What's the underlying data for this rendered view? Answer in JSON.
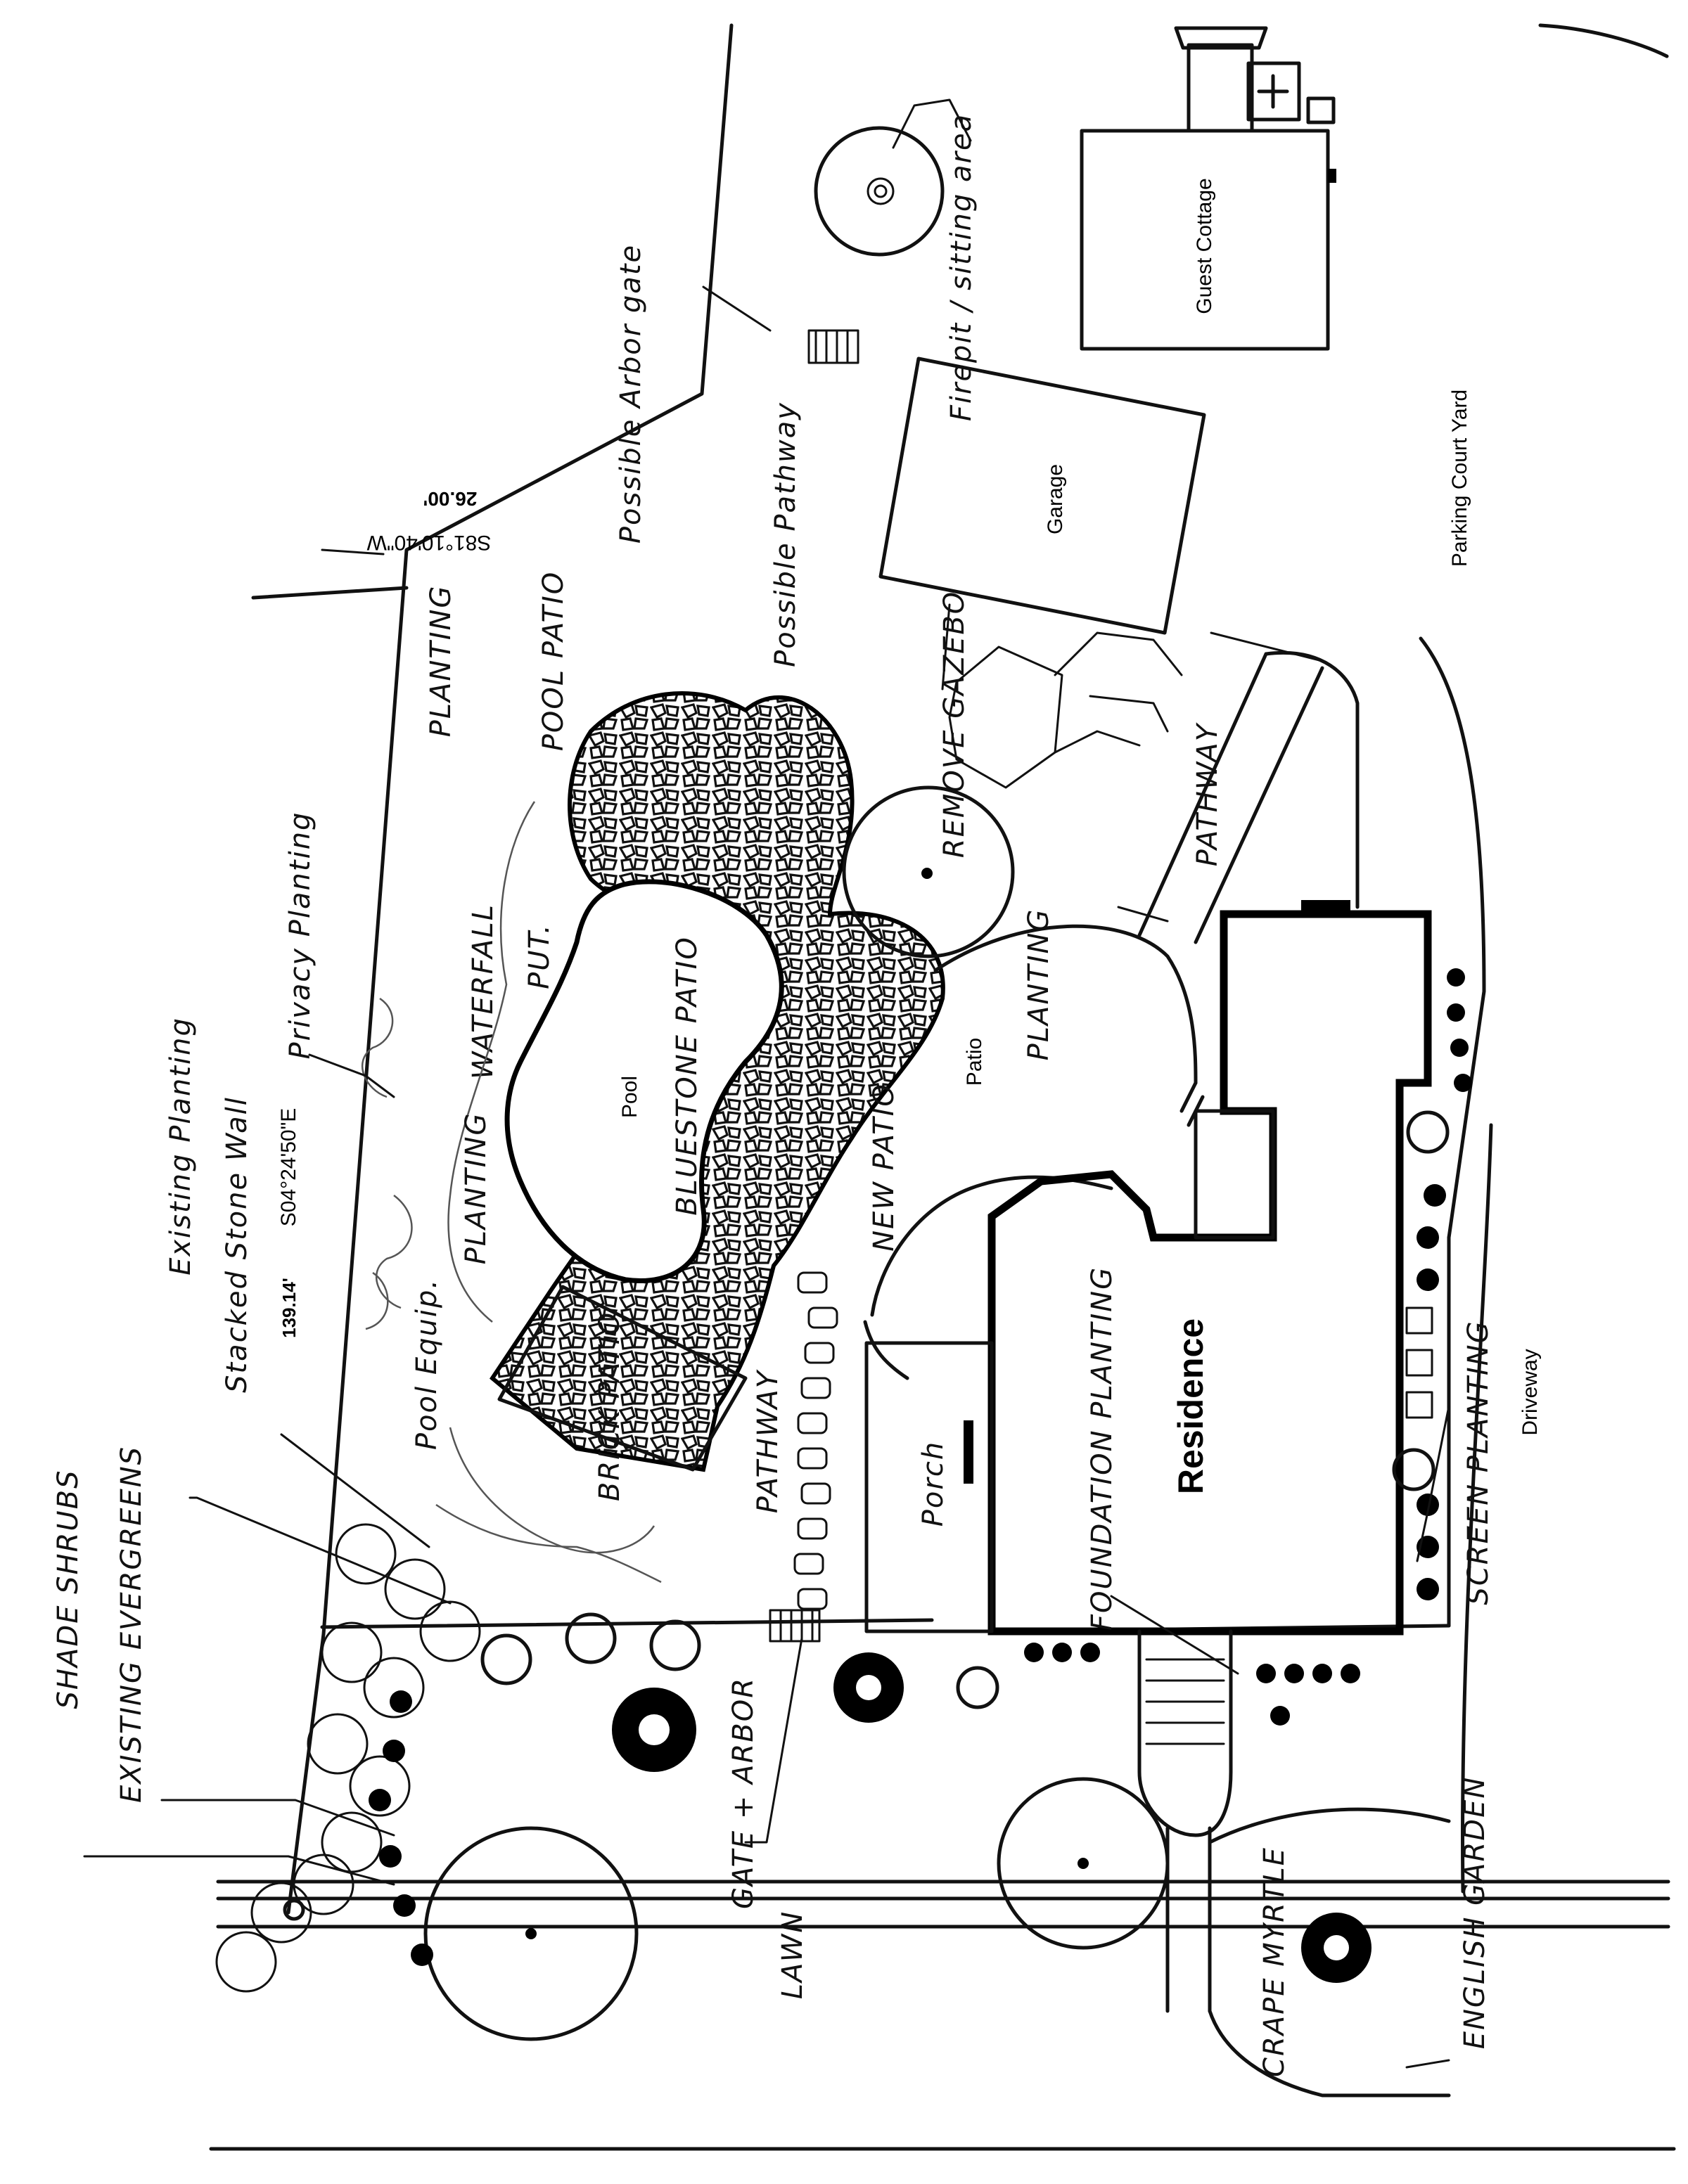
{
  "structures": {
    "guest_cottage": "Guest Cottage",
    "garage": "Garage",
    "residence": "Residence",
    "porch": "Porch",
    "pool": "Pool",
    "patio": "Patio"
  },
  "site_labels": {
    "parking_court_yard": "Parking Court Yard",
    "driveway": "Driveway"
  },
  "survey": {
    "bearing_top": "S81°10'40\"W",
    "distance_top": "26.00'",
    "bearing_left": "S04°24'50\"E",
    "distance_left": "139.14'"
  },
  "annotations": {
    "firepit": "Firepit / sitting area",
    "possible_arbor_gate": "Possible Arbor gate",
    "possible_pathway": "Possible Pathway",
    "planting_top": "PLANTING",
    "pool_patio": "POOL PATIO",
    "remove_gazebo": "REMOVE GAZEBO",
    "pathway_east": "PATHWAY",
    "privacy_planting": "Privacy Planting",
    "waterfall": "WATERFALL",
    "put": "PUT.",
    "bluestone_patio": "BLUESTONE PATIO",
    "planting_patio": "PLANTING",
    "new_patio": "NEW PATIO",
    "existing_planting": "Existing Planting",
    "stacked_stone_wall": "Stacked Stone Wall",
    "planting_pool": "PLANTING",
    "pool_equip": "Pool Equip.",
    "brick_patio": "BRICK PATIO",
    "pathway_west": "PATHWAY",
    "foundation_planting": "FOUNDATION PLANTING",
    "screen_planting": "SCREEN PLANTING",
    "shade_shrubs": "SHADE SHRUBS",
    "existing_evergreens": "EXISTING EVERGREENS",
    "gate_arbor": "GATE + ARBOR",
    "lawn": "LAWN",
    "crape_myrtle": "CRAPE MYRTLE",
    "english_garden": "ENGLISH GARDEN"
  },
  "colors": {
    "ink": "#111111",
    "paper": "#ffffff"
  }
}
